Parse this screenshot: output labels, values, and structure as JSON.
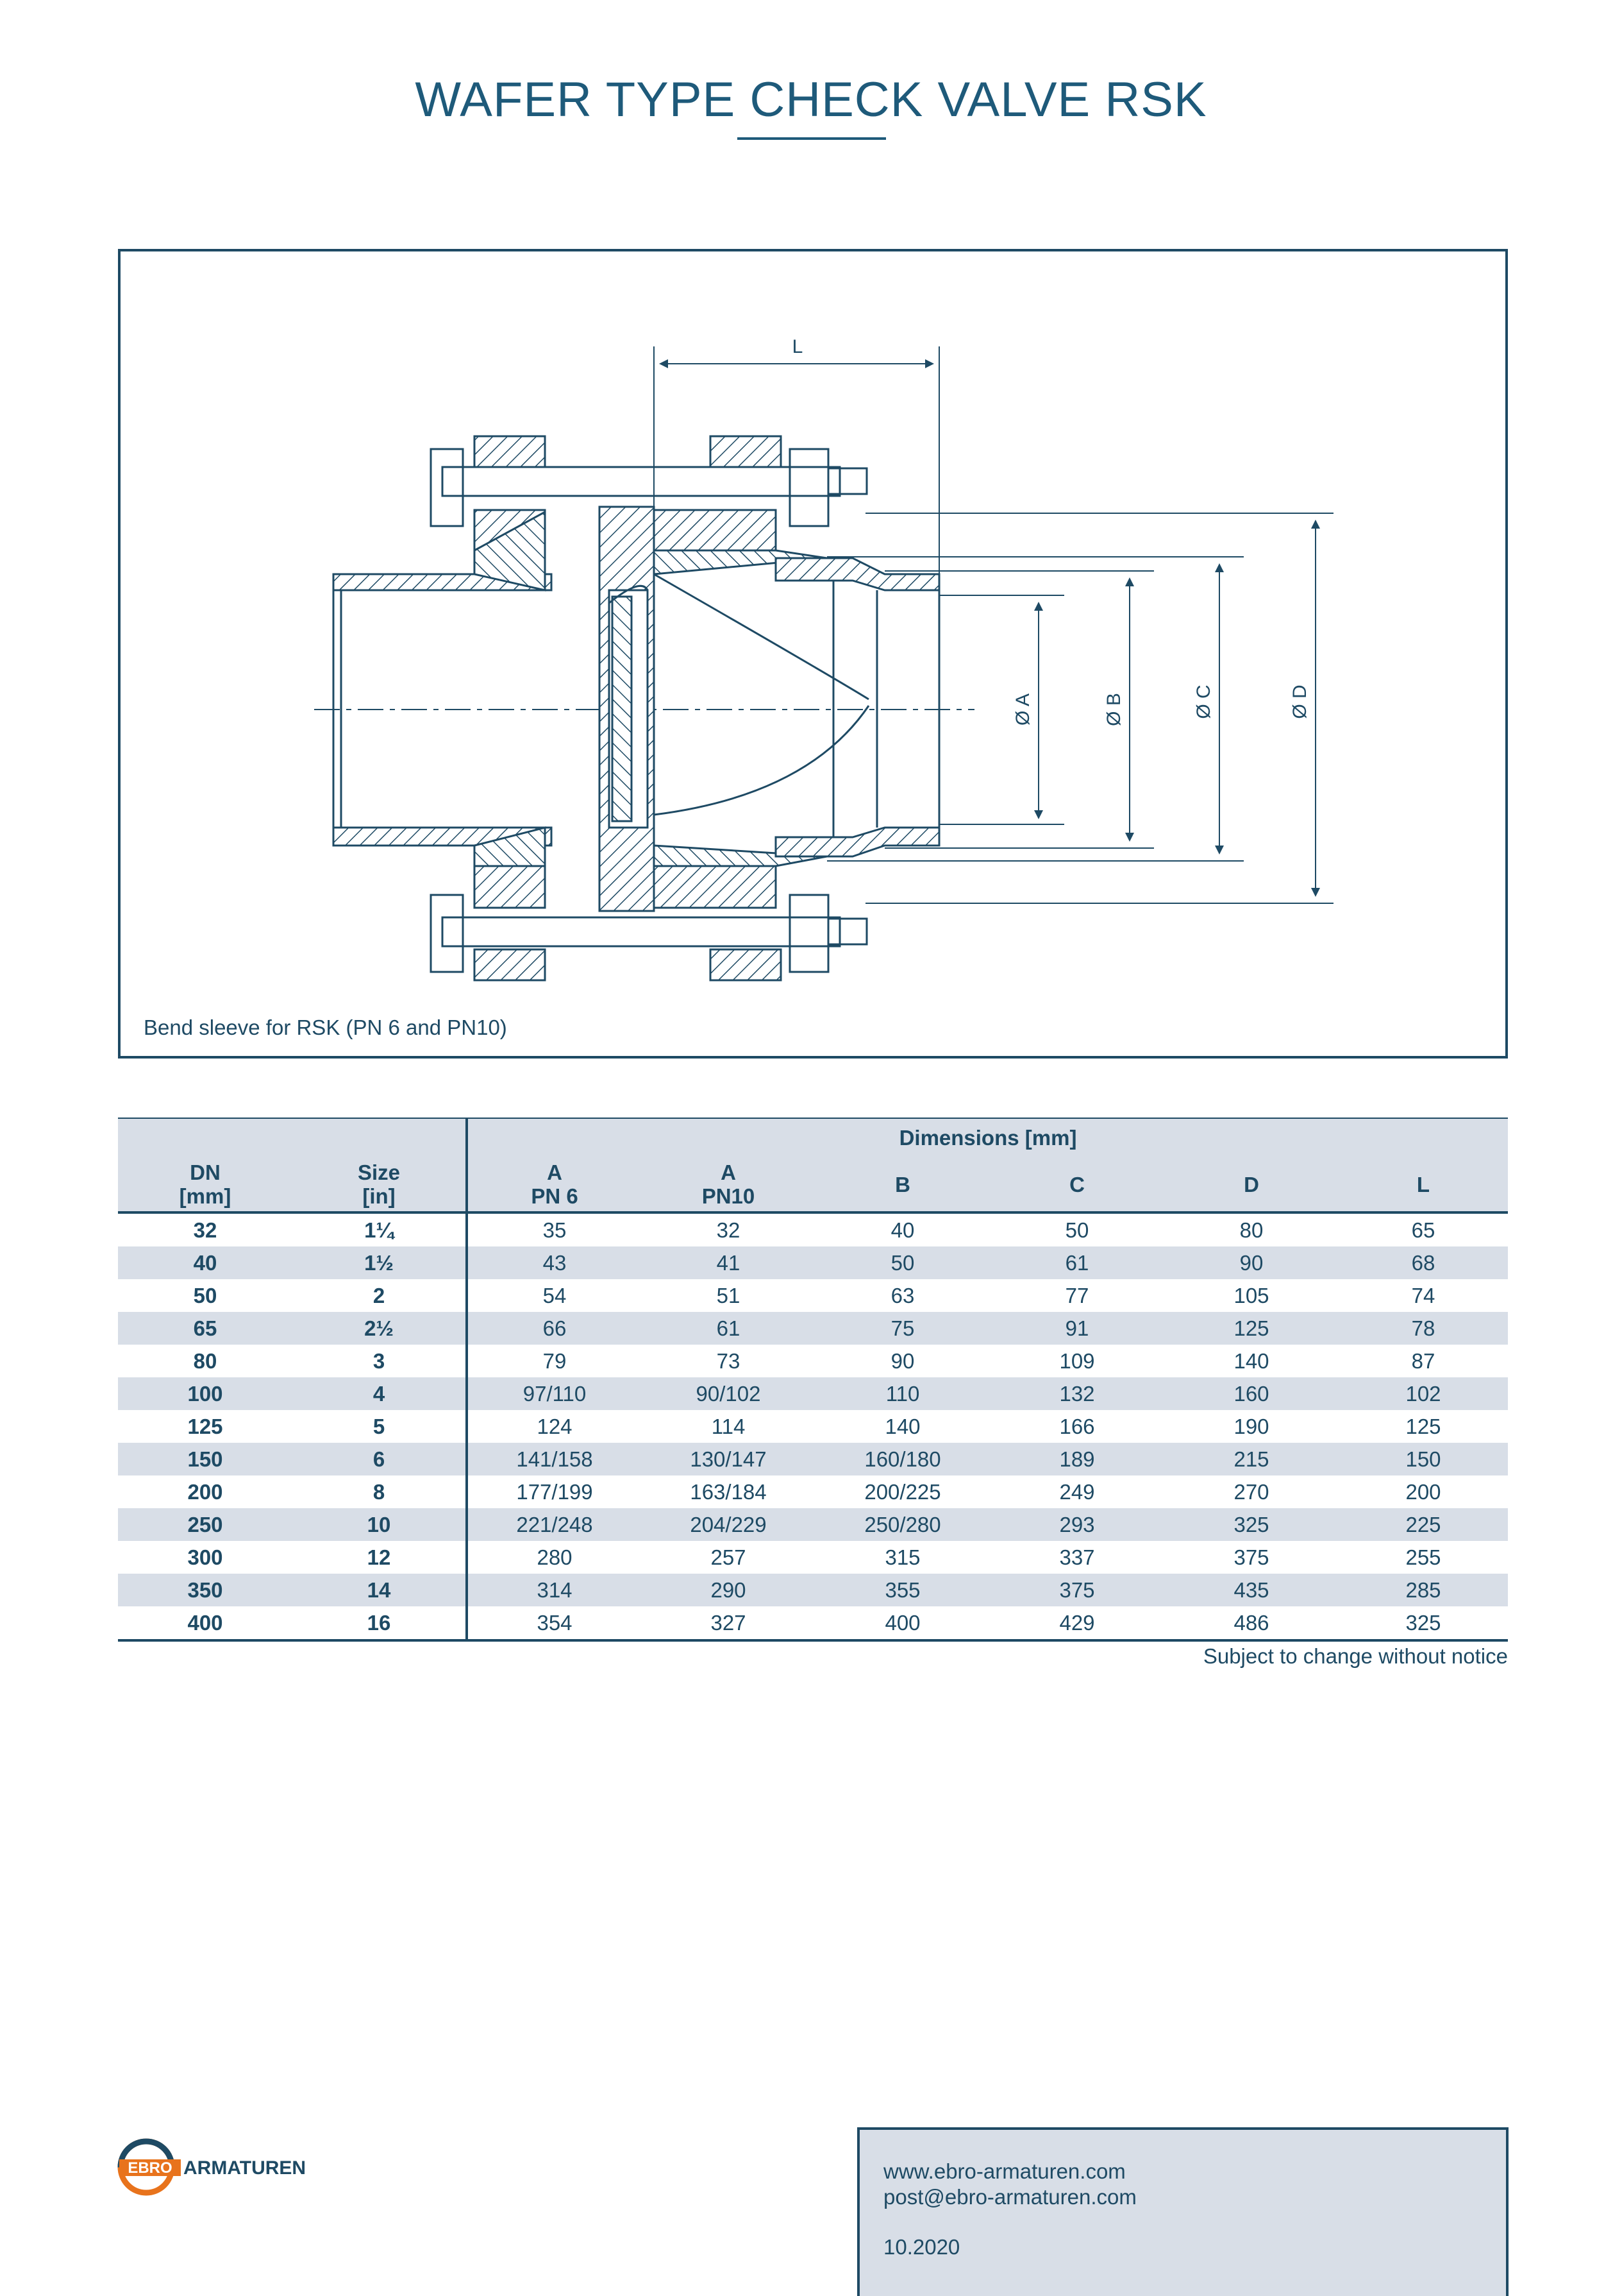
{
  "title": "WAFER TYPE CHECK VALVE RSK",
  "drawing": {
    "caption": "Bend sleeve for RSK (PN 6 and PN10)",
    "dim_labels": {
      "L": "L",
      "A": "Ø A",
      "B": "Ø B",
      "C": "Ø C",
      "D": "Ø D"
    }
  },
  "table": {
    "group_header": "Dimensions [mm]",
    "columns": [
      {
        "l1": "DN",
        "l2": "[mm]"
      },
      {
        "l1": "Size",
        "l2": "[in]"
      },
      {
        "l1": "A",
        "l2": "PN 6"
      },
      {
        "l1": "A",
        "l2": "PN10"
      },
      {
        "l1": "B",
        "l2": ""
      },
      {
        "l1": "C",
        "l2": ""
      },
      {
        "l1": "D",
        "l2": ""
      },
      {
        "l1": "L",
        "l2": ""
      }
    ],
    "rows": [
      [
        "32",
        "1¼",
        "35",
        "32",
        "40",
        "50",
        "80",
        "65"
      ],
      [
        "40",
        "1½",
        "43",
        "41",
        "50",
        "61",
        "90",
        "68"
      ],
      [
        "50",
        "2",
        "54",
        "51",
        "63",
        "77",
        "105",
        "74"
      ],
      [
        "65",
        "2½",
        "66",
        "61",
        "75",
        "91",
        "125",
        "78"
      ],
      [
        "80",
        "3",
        "79",
        "73",
        "90",
        "109",
        "140",
        "87"
      ],
      [
        "100",
        "4",
        "97/110",
        "90/102",
        "110",
        "132",
        "160",
        "102"
      ],
      [
        "125",
        "5",
        "124",
        "114",
        "140",
        "166",
        "190",
        "125"
      ],
      [
        "150",
        "6",
        "141/158",
        "130/147",
        "160/180",
        "189",
        "215",
        "150"
      ],
      [
        "200",
        "8",
        "177/199",
        "163/184",
        "200/225",
        "249",
        "270",
        "200"
      ],
      [
        "250",
        "10",
        "221/248",
        "204/229",
        "250/280",
        "293",
        "325",
        "225"
      ],
      [
        "300",
        "12",
        "280",
        "257",
        "315",
        "337",
        "375",
        "255"
      ],
      [
        "350",
        "14",
        "314",
        "290",
        "355",
        "375",
        "435",
        "285"
      ],
      [
        "400",
        "16",
        "354",
        "327",
        "400",
        "429",
        "486",
        "325"
      ]
    ],
    "note": "Subject to change without notice"
  },
  "footer": {
    "logo_text_1": "EBRO",
    "logo_text_2": "ARMATUREN",
    "website": "www.ebro-armaturen.com",
    "email": "post@ebro-armaturen.com",
    "date": "10.2020"
  },
  "colors": {
    "primary": "#1e4a64",
    "title": "#1e5a7a",
    "band": "#d8dee7",
    "logo_orange": "#e8731c"
  }
}
